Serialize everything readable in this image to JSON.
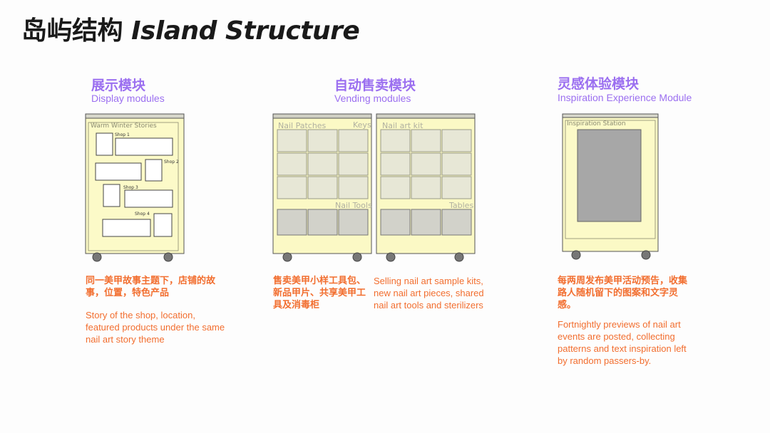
{
  "page": {
    "title_zh": "岛屿结构",
    "title_en": "Island Structure"
  },
  "sections": {
    "display": {
      "title_zh": "展示模块",
      "title_en": "Display modules",
      "cabinet_title": "Warm Winter Stories",
      "shops": [
        "Shop 1",
        "Shop 2",
        "Shop 3",
        "Shop 4"
      ],
      "desc_zh": "同一美甲故事主题下，店铺的故事，位置，特色产品",
      "desc_en": "Story of the shop, location, featured products under the same nail art story theme"
    },
    "vending": {
      "title_zh": "自动售卖模块",
      "title_en": "Vending modules",
      "left_cabinet_title": "Nail Patches",
      "left_cabinet_tag": "Keys",
      "left_cabinet_lower": "Nail Tools",
      "right_cabinet_title": "Nail art kit",
      "right_cabinet_lower": "Tables",
      "desc_zh": "售卖美甲小样工具包、新品甲片、共享美甲工具及消毒柜",
      "desc_en": "Selling nail art sample kits, new nail art pieces, shared nail art tools and sterilizers"
    },
    "inspiration": {
      "title_zh": "灵感体验模块",
      "title_en": "Inspiration Experience Module",
      "cabinet_title": "Inspiration Station",
      "desc_zh": "每两周发布美甲活动预告，收集路人随机留下的图案和文字灵感。",
      "desc_en": "Fortnightly previews of nail art events are posted, collecting patterns and text inspiration left by random passers-by."
    }
  },
  "colors": {
    "accent_purple": "#9b6ff0",
    "accent_orange": "#f26e2f",
    "cabinet_fill": "#fbf9c5"
  }
}
